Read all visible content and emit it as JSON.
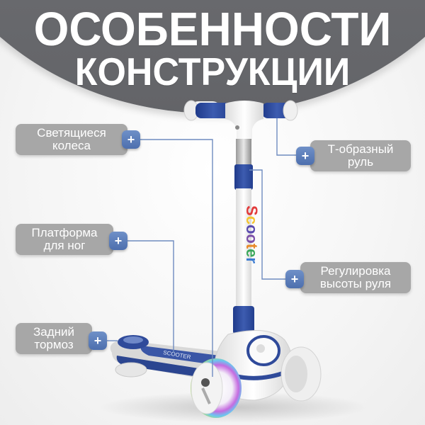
{
  "header": {
    "title_line1": "ОСОБЕННОСТИ",
    "title_line2": "КОНСТРУКЦИИ"
  },
  "callouts": [
    {
      "id": "wheels",
      "line1": "Светящиеся",
      "line2": "колеса",
      "icon": "plus-icon"
    },
    {
      "id": "handlebar",
      "line1": "Т-образный",
      "line2": "руль",
      "icon": "plus-icon"
    },
    {
      "id": "platform",
      "line1": "Платформа",
      "line2": "для ног",
      "icon": "plus-icon"
    },
    {
      "id": "height",
      "line1": "Регулировка",
      "line2": "высоты руля",
      "icon": "plus-icon"
    },
    {
      "id": "brake",
      "line1": "Задний",
      "line2": "тормоз",
      "icon": "plus-icon"
    }
  ],
  "product": {
    "stem_text": "Scooter",
    "deck_text": "SCOOTER"
  },
  "colors": {
    "header_gray": "#6c6d71",
    "callout_gray": "#a7a7a7",
    "accent_blue": "#4d6fae",
    "line_blue": "#6f8cc0",
    "scooter_blue": "#2f4a9a"
  },
  "plus_symbol": "+"
}
